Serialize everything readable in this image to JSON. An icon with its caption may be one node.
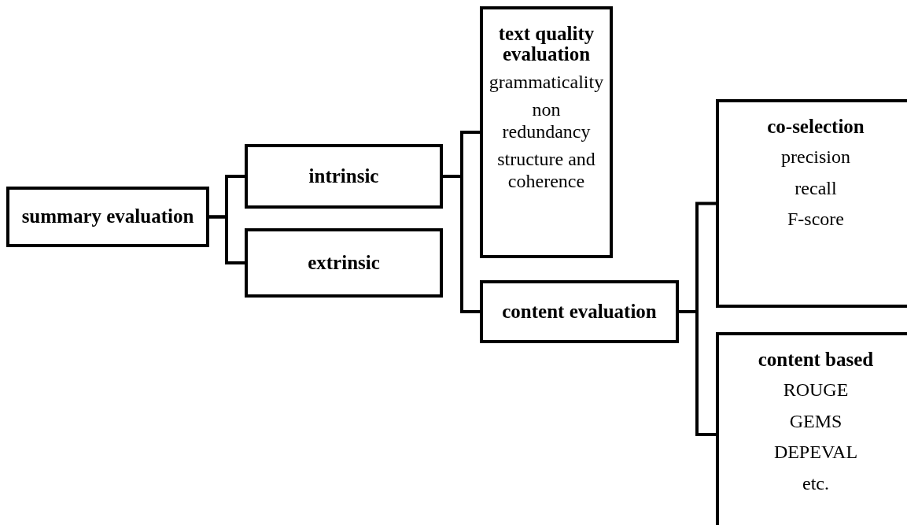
{
  "diagram": {
    "nodes": [
      {
        "text": [
          "summary evaluation"
        ]
      },
      {
        "text": [
          "intrinsic"
        ]
      },
      {
        "text": [
          "extrinsic"
        ]
      },
      {
        "text": [
          "text quality evaluation",
          "grammaticality",
          "non redundancy",
          "structure and coherence"
        ]
      },
      {
        "text": [
          "content evaluation"
        ]
      },
      {
        "text": [
          "co-selection",
          "precision",
          "recall",
          "F-score"
        ]
      },
      {
        "text": [
          "content based",
          "ROUGE",
          "GEMS",
          "DEPEVAL",
          "etc."
        ]
      }
    ],
    "edges": [
      {
        "from": 0,
        "to": 1,
        "arrow": "none"
      },
      {
        "from": 0,
        "to": 2,
        "arrow": "none"
      },
      {
        "from": 1,
        "to": 3,
        "arrow": "none"
      },
      {
        "from": 1,
        "to": 4,
        "arrow": "none"
      },
      {
        "from": 4,
        "to": 5,
        "arrow": "none"
      },
      {
        "from": 4,
        "to": 6,
        "arrow": "none"
      }
    ]
  }
}
